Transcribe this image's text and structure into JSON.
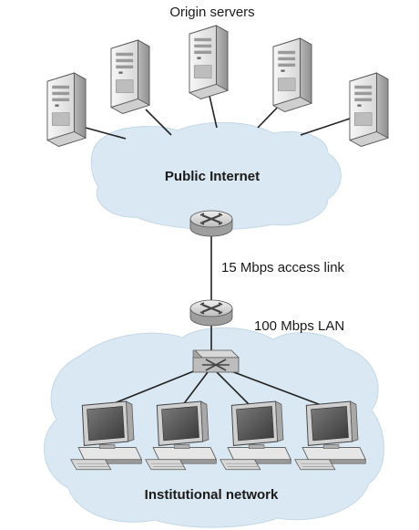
{
  "labels": {
    "origin_servers": "Origin servers",
    "public_internet": "Public Internet",
    "access_link": "15 Mbps access link",
    "lan": "100 Mbps LAN",
    "institutional_network": "Institutional network"
  },
  "colors": {
    "cloud_fill": "#d9e8f2",
    "server_body": "#dcdcdc",
    "server_face": "#f2f2f2",
    "router_body": "#c9c9c9",
    "monitor_screen": "#555555"
  },
  "icons": {
    "server": "server-tower-icon",
    "router": "router-icon",
    "switch": "switch-icon",
    "workstation": "desktop-computer-icon"
  }
}
